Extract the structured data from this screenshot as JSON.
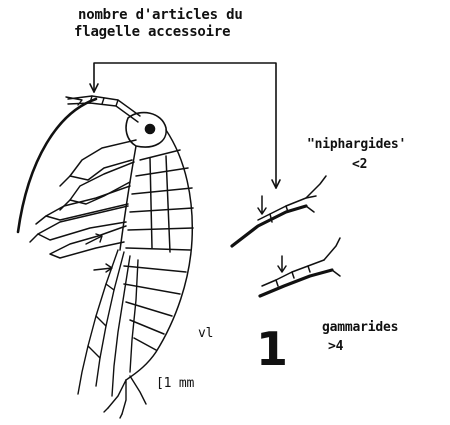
{
  "labels": {
    "title_line1": "nombre d'articles du",
    "title_line2": "flagelle accessoire",
    "niphargides_label": "\"niphargides'",
    "niphargides_value": "<2",
    "gammarides_label": "gammarides",
    "gammarides_value": ">4",
    "view_label": "vl",
    "scale_label": "[1 mm",
    "plate_number": "1"
  },
  "colors": {
    "ink": "#111111",
    "paper": "#ffffff"
  }
}
